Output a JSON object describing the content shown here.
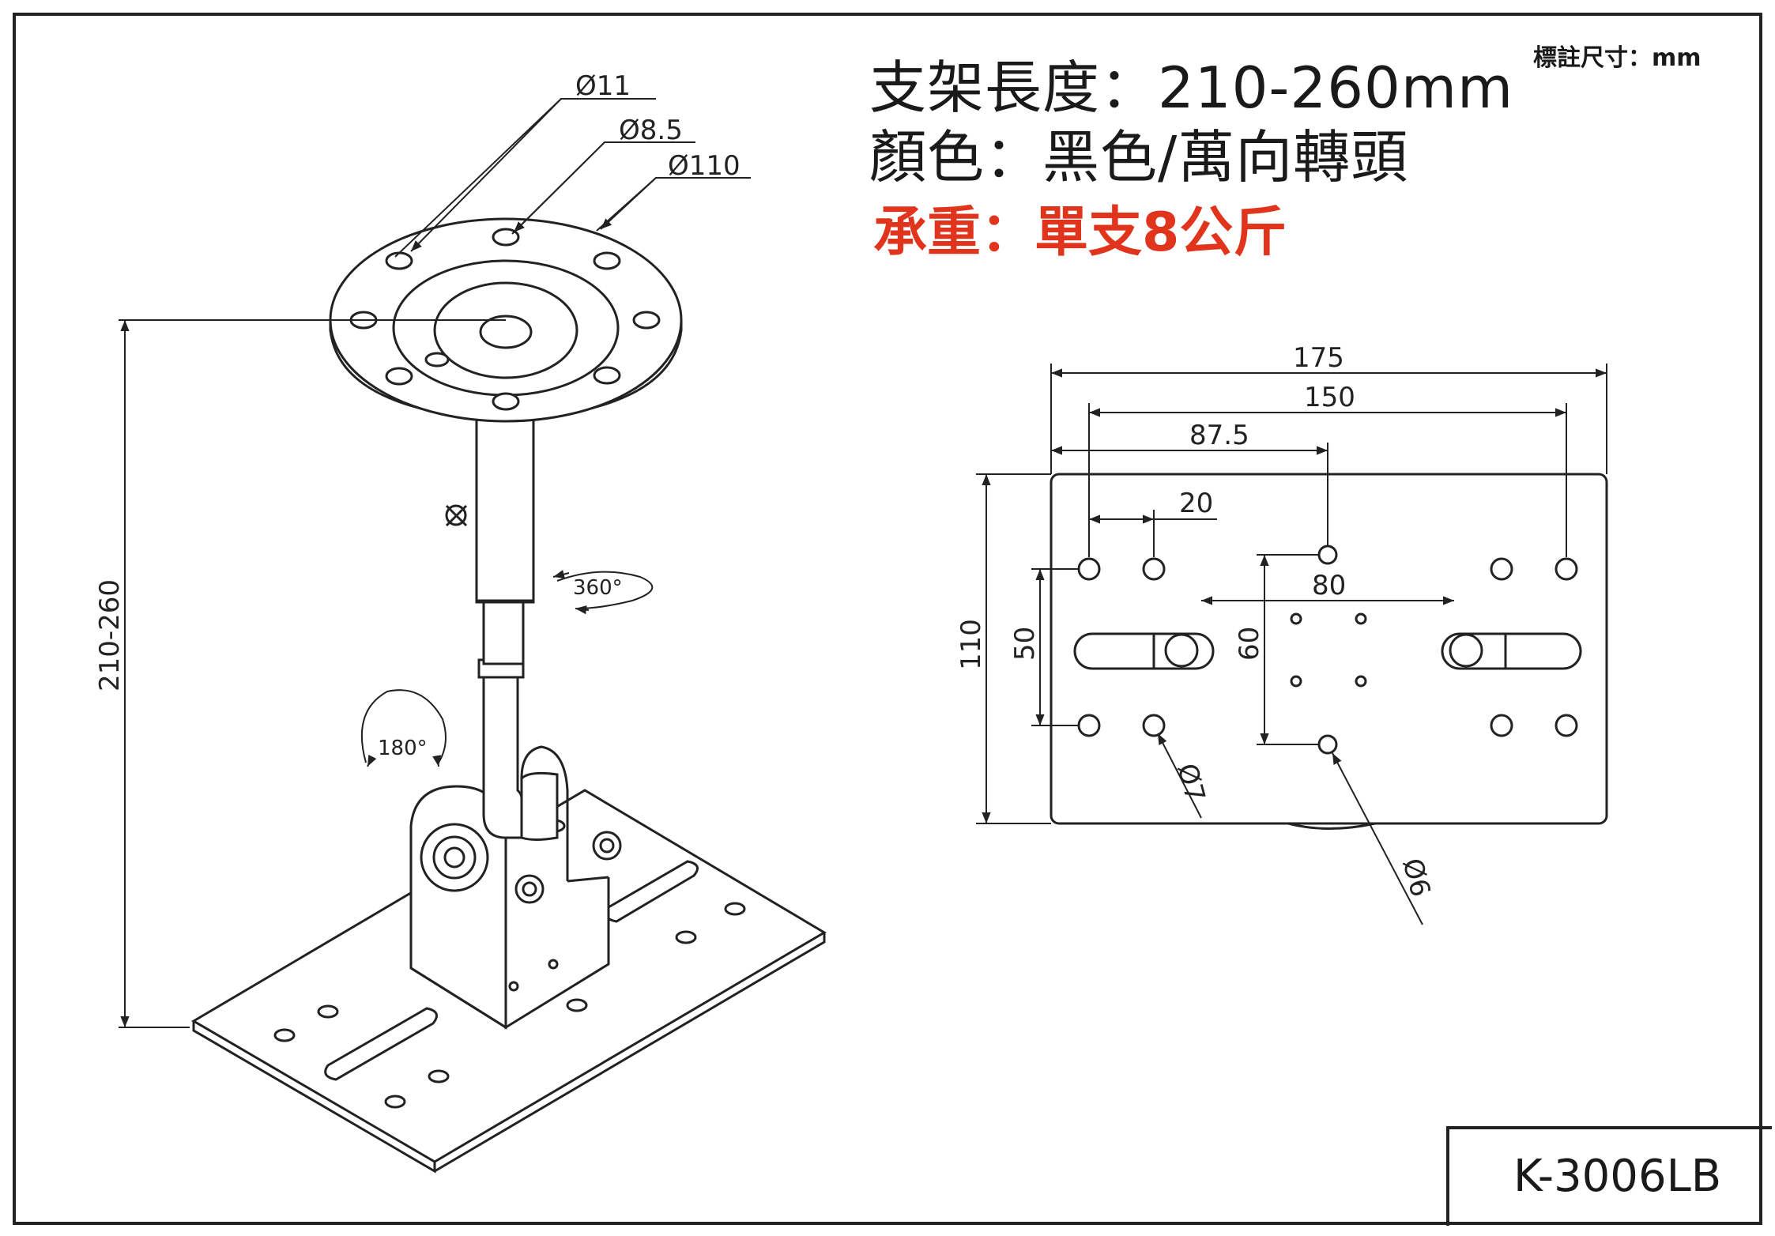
{
  "specs": {
    "length": "支架長度：210-260mm",
    "color": "顏色：黑色/萬向轉頭",
    "load": "承重：單支8公斤"
  },
  "units_note": "標註尺寸：mm",
  "model_no": "K-3006LB",
  "iso_labels": {
    "d11": "Ø11",
    "d85": "Ø8.5",
    "d110": "Ø110",
    "rot360": "360°",
    "rot180": "180°",
    "height": "210-260"
  },
  "plate_labels": {
    "w175": "175",
    "w150": "150",
    "w875": "87.5",
    "w20": "20",
    "w80": "80",
    "h110": "110",
    "h50": "50",
    "h60": "60",
    "d7": "Ø7",
    "d6": "Ø6"
  }
}
